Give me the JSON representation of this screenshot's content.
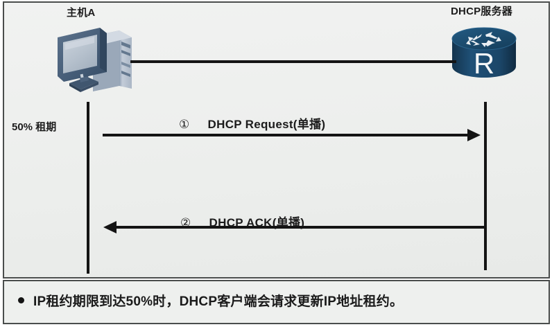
{
  "diagram": {
    "type": "sequence-diagram",
    "title_host": "主机A",
    "title_server": "DHCP服务器",
    "lease_label": "50% 租期",
    "nodes": [
      {
        "id": "host",
        "label": "主机A",
        "icon": "desktop-computer-icon"
      },
      {
        "id": "server",
        "label": "DHCP服务器",
        "icon": "router-icon",
        "glyph": "R"
      }
    ],
    "messages": [
      {
        "number": "①",
        "label": "DHCP Request(单播)",
        "direction": "right",
        "from": "host",
        "to": "server"
      },
      {
        "number": "②",
        "label": "DHCP ACK(单播)",
        "direction": "left",
        "from": "server",
        "to": "host"
      }
    ]
  },
  "caption": {
    "bullet": "●",
    "text": "IP租约期限到达50%时，DHCP客户端会请求更新IP地址租约。"
  },
  "colors": {
    "frame_border": "#4a4d4c",
    "panel_background": "#eef0ee",
    "line": "#141414",
    "router_body": "#1e4a6e",
    "monitor_bezel": "#4c6480",
    "tower_body": "#b9c4d2"
  }
}
